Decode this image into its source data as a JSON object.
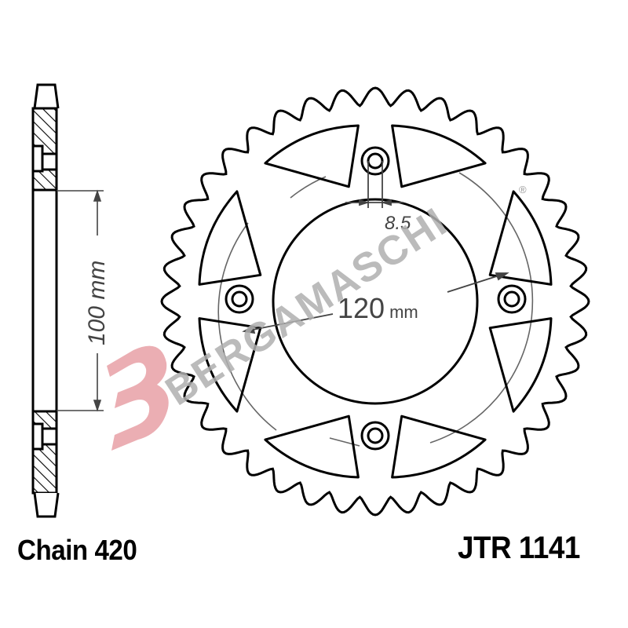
{
  "diagram": {
    "title": "Rear sprocket technical drawing",
    "chain_label": "Chain 420",
    "part_number": "JTR 1141",
    "dimensions": {
      "center_to_bolt_width": "100 mm",
      "pcd": "120 mm",
      "bolt_hole_diameter": "8.5"
    },
    "watermark": {
      "text": "BERGAMASCHI",
      "registered_mark": "®",
      "logo_letter": "B"
    },
    "sprocket": {
      "teeth": 40,
      "bolt_holes": 4,
      "lightening_holes": 8
    },
    "colors": {
      "line": "#000000",
      "dimension_line": "#555555",
      "watermark_gray": "#b0b0b0",
      "logo_red": "#e8a0a6",
      "background": "#ffffff"
    }
  }
}
